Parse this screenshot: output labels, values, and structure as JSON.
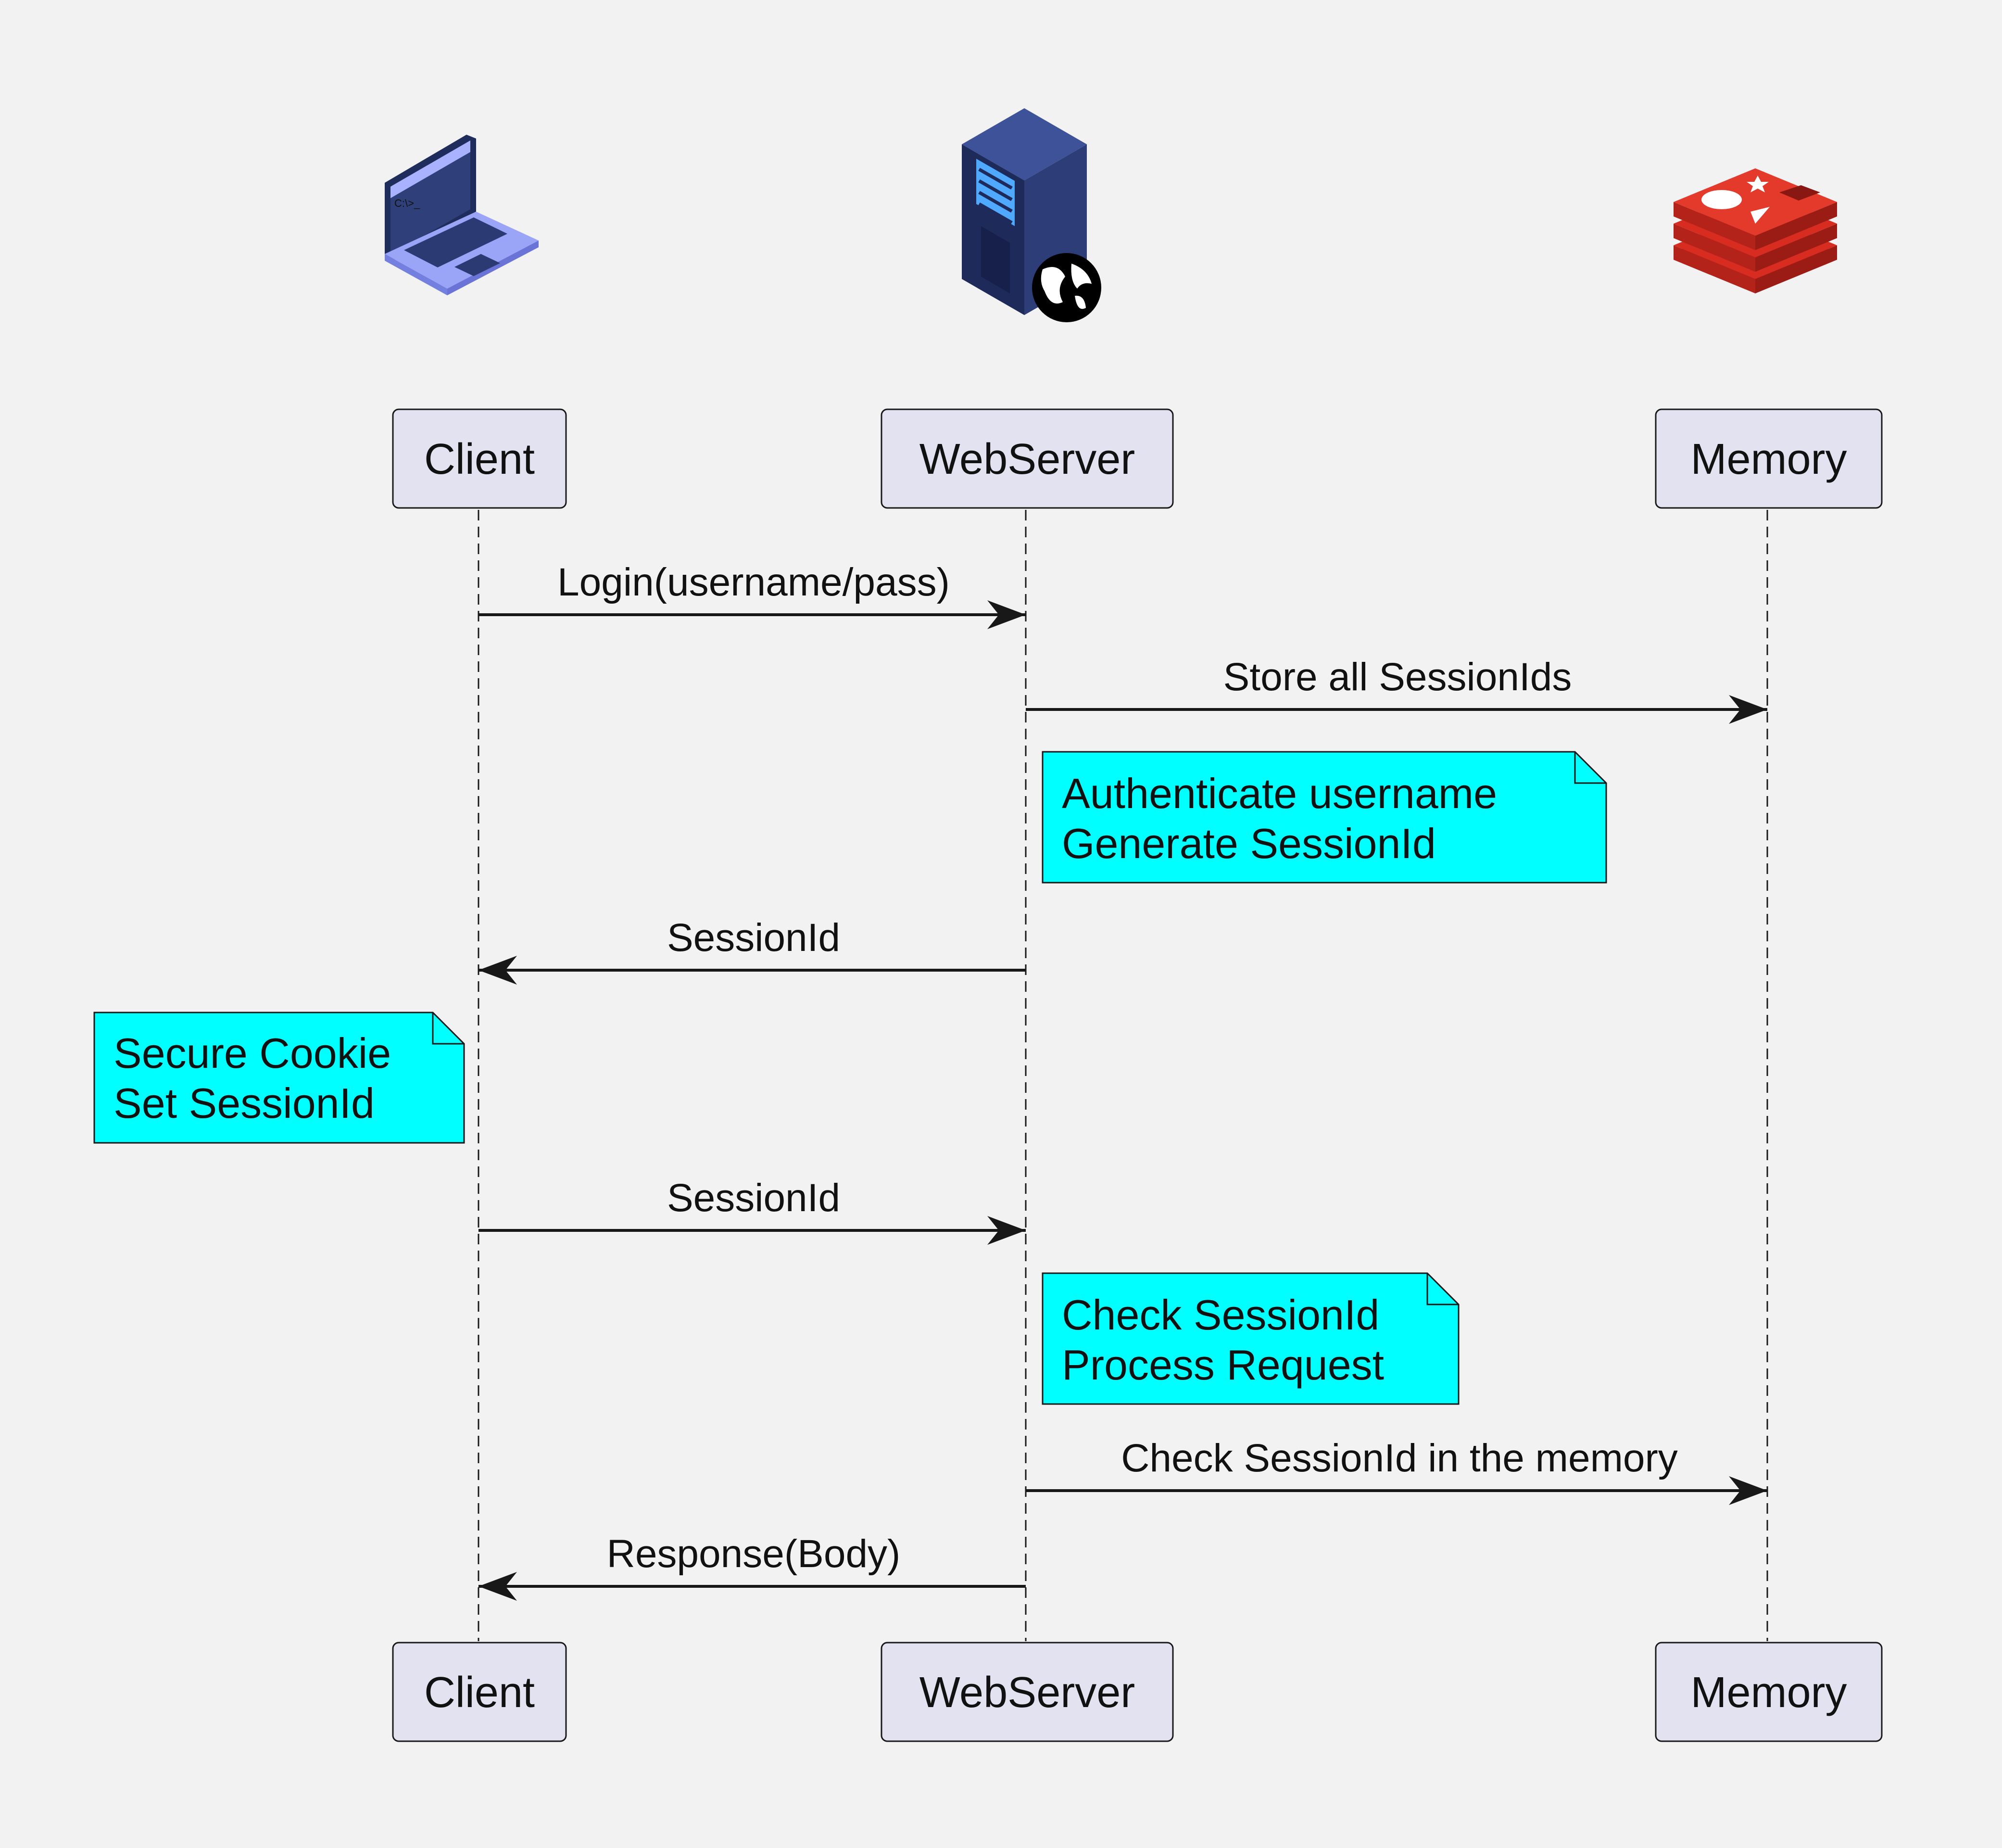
{
  "participants": [
    {
      "id": "client",
      "label": "Client",
      "icon": "laptop-icon"
    },
    {
      "id": "webserver",
      "label": "WebServer",
      "icon": "web-server-icon"
    },
    {
      "id": "memory",
      "label": "Memory",
      "icon": "redis-icon"
    }
  ],
  "messages": [
    {
      "from": "client",
      "to": "webserver",
      "label": "Login(username/pass)"
    },
    {
      "from": "webserver",
      "to": "memory",
      "label": "Store all SessionIds"
    },
    {
      "from": "webserver",
      "to": "client",
      "label": "SessionId"
    },
    {
      "from": "client",
      "to": "webserver",
      "label": "SessionId"
    },
    {
      "from": "webserver",
      "to": "memory",
      "label": "Check SessionId in the memory"
    },
    {
      "from": "webserver",
      "to": "client",
      "label": "Response(Body)"
    }
  ],
  "notes": [
    {
      "over": "webserver",
      "lines": [
        "Authenticate username",
        "Generate SessionId"
      ]
    },
    {
      "over": "client",
      "lines": [
        "Secure Cookie",
        "Set SessionId"
      ]
    },
    {
      "over": "webserver",
      "lines": [
        "Check SessionId",
        "Process Request"
      ]
    }
  ],
  "colors": {
    "background": "#f2f2f2",
    "participant_fill": "#e2e2f0",
    "participant_border": "#181818",
    "note_fill": "#00ffff",
    "line": "#181818",
    "laptop": "#8f9bf5",
    "server": "#2b3a72",
    "redis": "#d82c20"
  }
}
